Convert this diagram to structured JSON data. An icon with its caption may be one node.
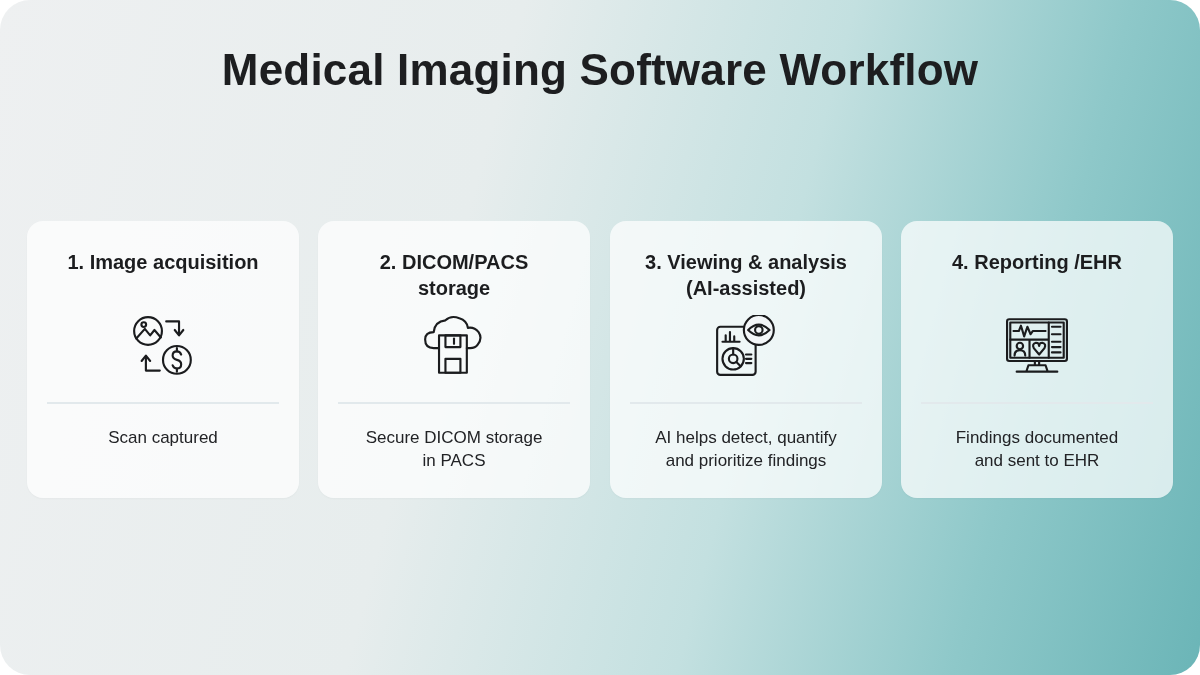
{
  "diagram": {
    "title": "Medical Imaging Software Workflow",
    "nodes": [
      {
        "text": [
          "1. Image acquisition",
          "Scan captured"
        ]
      },
      {
        "text": [
          "2. DICOM/PACS storage",
          "Secure DICOM storage in PACS"
        ]
      },
      {
        "text": [
          "3. Viewing & analysis (AI-assisted)",
          "AI helps detect, quantify and prioritize findings"
        ]
      },
      {
        "text": [
          "4. Reporting /EHR",
          "Findings documented and sent to EHR"
        ]
      }
    ]
  }
}
